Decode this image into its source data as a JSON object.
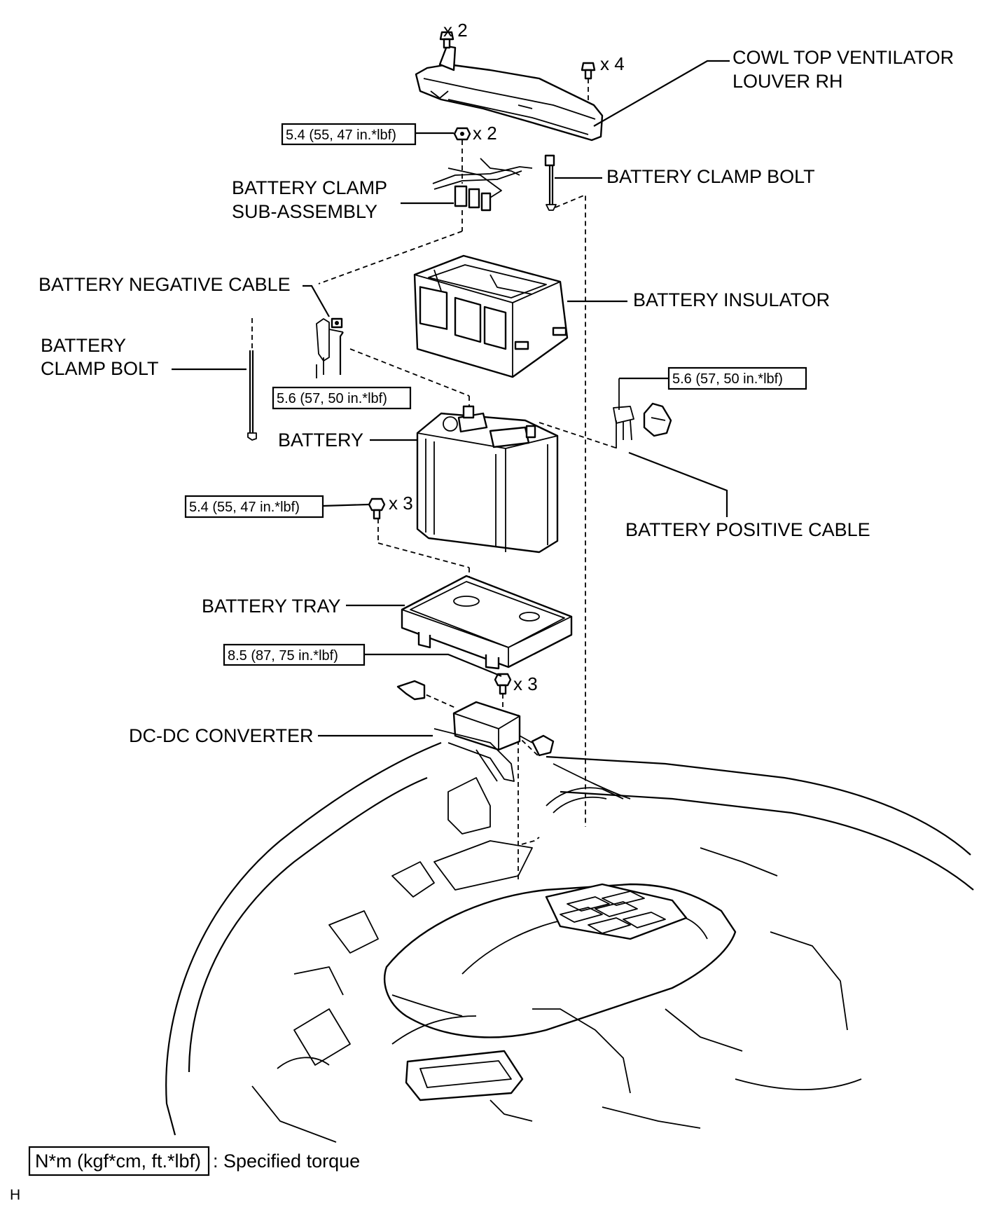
{
  "labels": {
    "cowl_top_line1": "COWL TOP VENTILATOR",
    "cowl_top_line2": "LOUVER RH",
    "battery_clamp_bolt_top": "BATTERY CLAMP BOLT",
    "battery_clamp_sub_line1": "BATTERY CLAMP",
    "battery_clamp_sub_line2": "SUB-ASSEMBLY",
    "battery_negative_cable": "BATTERY NEGATIVE CABLE",
    "battery_insulator": "BATTERY INSULATOR",
    "battery_clamp_bolt_left_line1": "BATTERY",
    "battery_clamp_bolt_left_line2": "CLAMP BOLT",
    "battery": "BATTERY",
    "battery_positive_cable": "BATTERY POSITIVE CABLE",
    "battery_tray": "BATTERY TRAY",
    "dc_dc_converter": "DC-DC CONVERTER"
  },
  "counts": {
    "clip_top": "x 2",
    "clip_right": "x 4",
    "clamp_nut": "x 2",
    "tray_bolt": "x 3",
    "converter_bolt": "x 3"
  },
  "torques": {
    "clamp_nut": "5.4 (55, 47 in.*lbf)",
    "negative_terminal": "5.6 (57, 50 in.*lbf)",
    "positive_terminal": "5.6 (57, 50 in.*lbf)",
    "tray_bolt": "5.4 (55, 47 in.*lbf)",
    "converter_bolt": "8.5 (87, 75 in.*lbf)"
  },
  "legend": {
    "unit_box": "N*m (kgf*cm, ft.*lbf)",
    "description": ": Specified torque"
  },
  "figure_code": "H"
}
